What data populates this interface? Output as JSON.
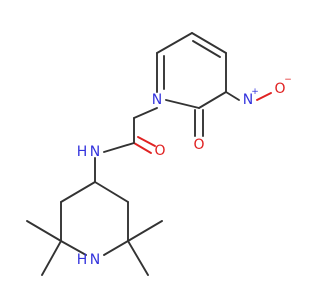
{
  "molecule": {
    "colors": {
      "carbon_bond": "#333333",
      "nitrogen": "#3333dd",
      "oxygen": "#e02020",
      "background": "#ffffff"
    },
    "labels": {
      "ring_nitrogen": "N",
      "carbonyl_oxygen": "O",
      "nitro_nitrogen": "N",
      "nitro_plus": "+",
      "nitro_oxygen": "O",
      "nitro_minus": "−",
      "amide_oxygen": "O",
      "amide_nitrogen": "N",
      "amide_hydrogen": "H",
      "piperidine_nitrogen": "N",
      "piperidine_hydrogen": "H"
    }
  }
}
